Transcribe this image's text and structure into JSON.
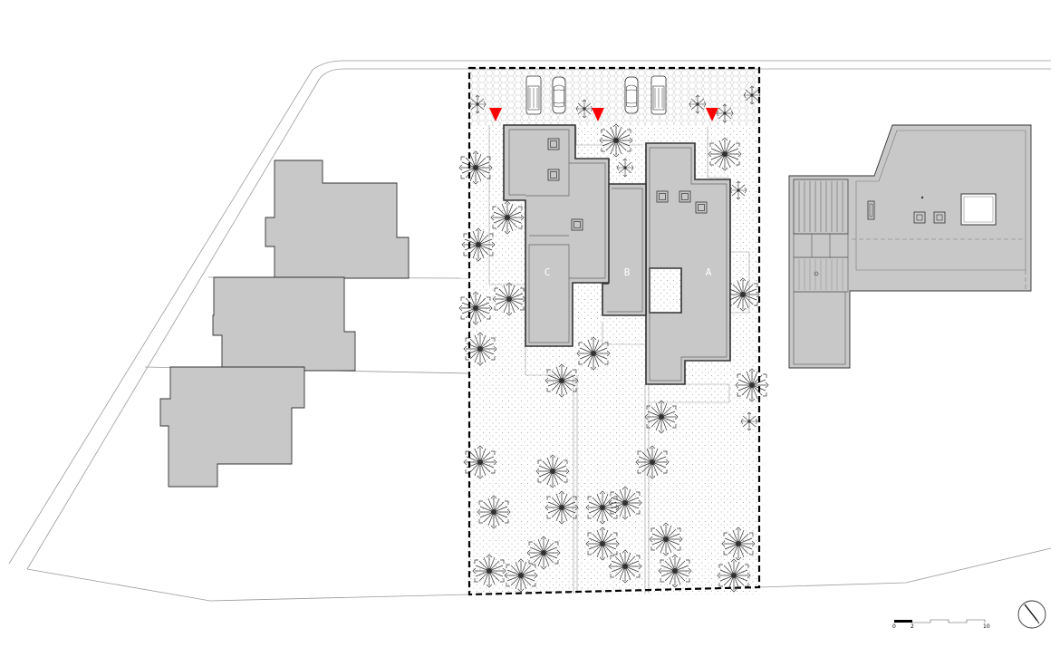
{
  "site_plan": {
    "building_labels": {
      "a": "A",
      "b": "B",
      "c": "C"
    },
    "scale_bar": {
      "ticks": [
        "0",
        "2",
        "10"
      ]
    },
    "north_arrow_icon": "north-arrow-icon",
    "entrance_marker_icon": "red-triangle-icon",
    "colors": {
      "building_fill": "#c8c8c8",
      "building_stroke": "#333333",
      "entrance_marker": "#ff0000",
      "plot_boundary": "#000000",
      "line_light": "#9a9a9a"
    }
  }
}
